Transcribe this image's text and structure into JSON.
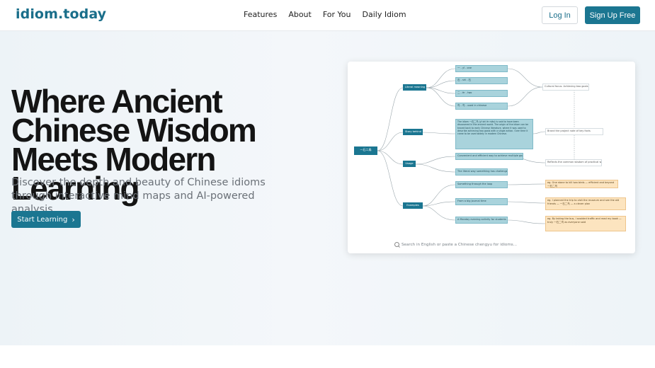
{
  "brand": {
    "logo_text": "idiom.today"
  },
  "nav": {
    "links": [
      "Features",
      "About",
      "For You",
      "Daily Idiom"
    ],
    "login_label": "Log In",
    "signup_label": "Sign Up Free"
  },
  "hero": {
    "headline": "Where Ancient Chinese Wisdom Meets Modern Learning",
    "subtext": "Discover the depth and beauty of Chinese idioms through interactive mind maps and AI-powered analysis.",
    "cta_label": "Start Learning",
    "cta_icon": "chevron-right-icon"
  },
  "mindmap": {
    "root": "一石二鳥",
    "branches": [
      "Literal meaning",
      "Story behind",
      "Usage",
      "Examples"
    ],
    "literal_items": [
      "一 - yī - one",
      "石 - shí - 石",
      "二 - èr - two",
      "鸟 - 鸟 - used in chinese"
    ],
    "story_text": "The idiom 一石二鸟 (yī shí èr niǎo) is said to have been discovered in the ancient world. The origin of the idiom can be traced back to early Chinese literature, where it was used to describe achieving two goals with a single action. Over time it came to be used widely in modern Chinese.",
    "usage_items": [
      "Convenient and efficient way to achieve multiple goals",
      "The literal way something has challenges"
    ],
    "example_items": [
      "Something through the loop",
      "From a big journal time",
      "A Monday evening activity for students"
    ],
    "notes": [
      "Cultural focus: Achieving two goals in one go",
      "Brand the project note of key facts",
      "Reflects the common wisdom of practical ways"
    ],
    "example_notes": [
      "eg. One stone to kill two birds — efficient and beyond 一石二鸟",
      "eg. I planned the trip to visit the museum and see the old friends — 一石二鸟 — a clever plan",
      "eg. By taking the bus, I avoided traffic and read my book — truly 一石二鸟 as everyone said"
    ],
    "search_placeholder": "Search in English or paste a Chinese chengyu for idioms..."
  },
  "colors": {
    "brand": "#1a6e8a",
    "button": "#1b7691",
    "node": "#a9d3dc",
    "warm_node": "#fce4bf"
  }
}
